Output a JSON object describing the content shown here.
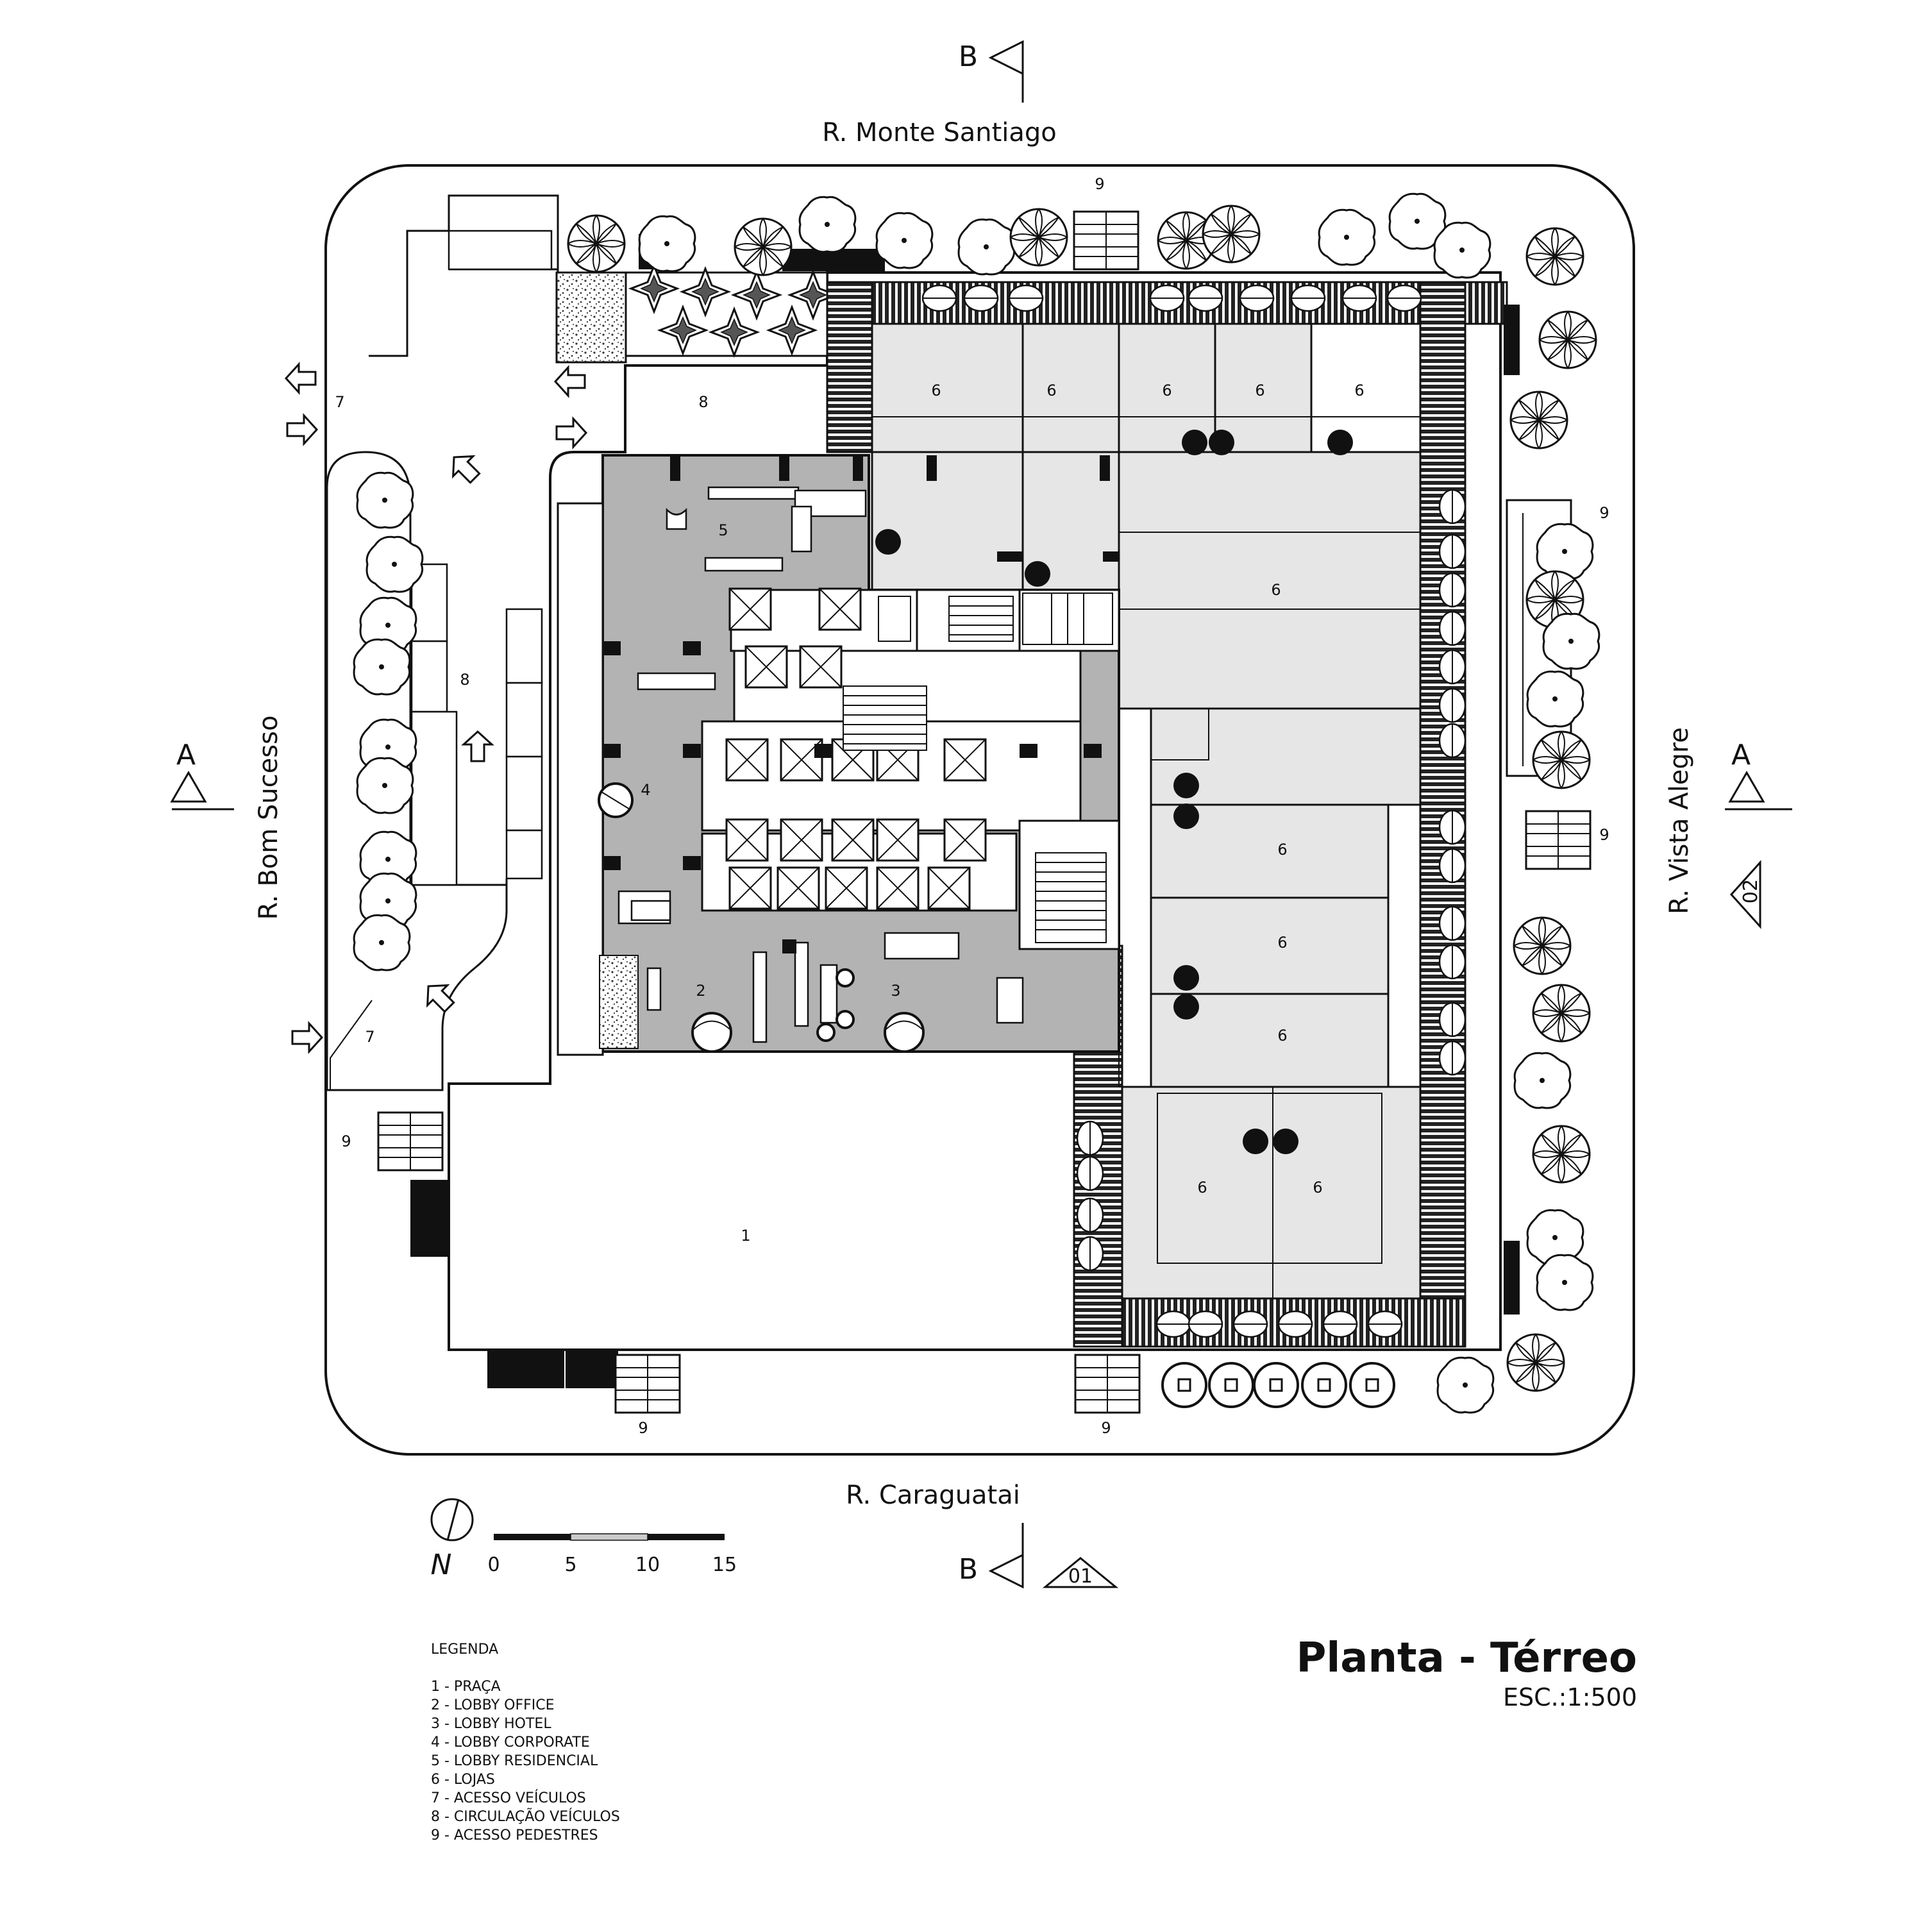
{
  "streets": {
    "north": "R. Monte Santiago",
    "south": "R. Caraguatai",
    "west": "R. Bom Sucesso",
    "east": "R. Vista Alegre"
  },
  "sections": {
    "a": "A",
    "b": "B",
    "elevation_1": "01",
    "elevation_2": "02"
  },
  "area_labels": {
    "praca": "1",
    "lobby_office": "2",
    "lobby_hotel": "3",
    "lobby_corporate": "4",
    "lobby_residencial": "5",
    "lojas": "6",
    "acesso_veiculos": "7",
    "circulacao_veiculos": "8",
    "acesso_pedestres": "9"
  },
  "scale_bar": {
    "north": "N",
    "ticks": [
      "0",
      "5",
      "10",
      "15"
    ]
  },
  "legend": {
    "title": "LEGENDA",
    "items": [
      "1 - PRAÇA",
      "2 - LOBBY OFFICE",
      "3 - LOBBY HOTEL",
      "4 - LOBBY CORPORATE",
      "5 - LOBBY RESIDENCIAL",
      "6 - LOJAS",
      "7 - ACESSO VEÍCULOS",
      "8 - CIRCULAÇÃO VEÍCULOS",
      "9 - ACESSO PEDESTRES"
    ]
  },
  "title": {
    "main": "Planta - Térreo",
    "scale": "ESC.:1:500"
  },
  "colors": {
    "line": "#111111",
    "lobby_fill": "#b3b3b3",
    "shop_fill": "#e6e6e6",
    "paving_fill": "#3a3a3a"
  }
}
